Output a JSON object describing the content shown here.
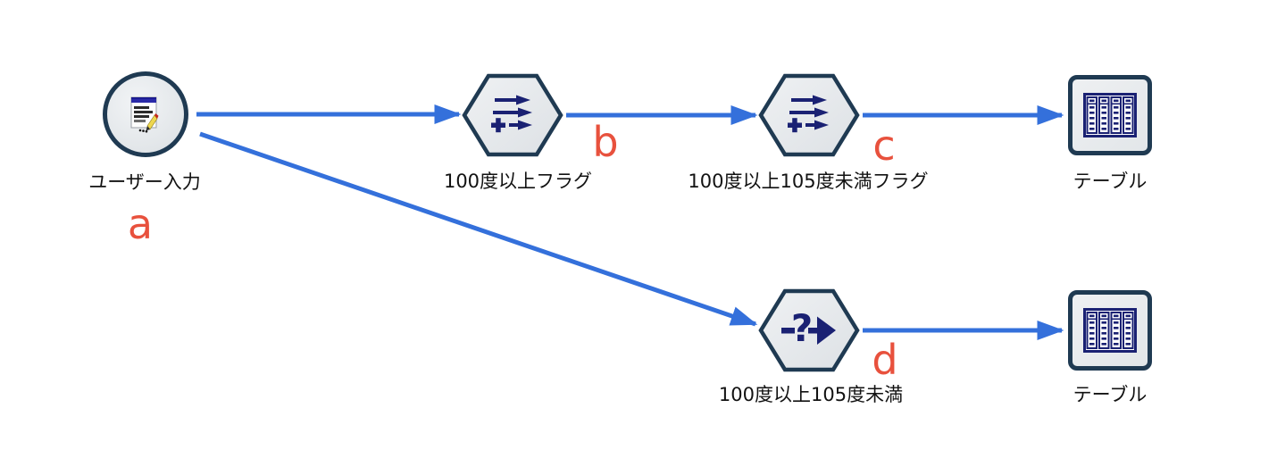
{
  "diagram": {
    "app_style": "modeler-stream-canvas",
    "colors": {
      "background": "#FFFFFF",
      "arrow": "#3470DB",
      "node_border": "#1F3A52",
      "node_fill": "#E4E7EA",
      "icon_navy": "#1A2173",
      "annotation_red": "#E8513D",
      "label_text": "#121212"
    },
    "nodes": [
      {
        "id": "user-input",
        "type": "user-input-source",
        "shape": "circle",
        "label": "ユーザー入力",
        "icon": "user-input-icon"
      },
      {
        "id": "derive-flag-100",
        "type": "derive",
        "shape": "hexagon",
        "label": "100度以上フラグ",
        "icon": "derive-icon"
      },
      {
        "id": "derive-flag-100-105",
        "type": "derive",
        "shape": "hexagon",
        "label": "100度以上105度未満フラグ",
        "icon": "derive-icon"
      },
      {
        "id": "table-top",
        "type": "table-output",
        "shape": "square",
        "label": "テーブル",
        "icon": "table-icon"
      },
      {
        "id": "select-100-105",
        "type": "select",
        "shape": "hexagon",
        "label": "100度以上105度未満",
        "icon": "select-icon"
      },
      {
        "id": "table-bottom",
        "type": "table-output",
        "shape": "square",
        "label": "テーブル",
        "icon": "table-icon"
      }
    ],
    "annotations": [
      {
        "letter": "a",
        "attached_to": "user-input"
      },
      {
        "letter": "b",
        "attached_to": "derive-flag-100"
      },
      {
        "letter": "c",
        "attached_to": "derive-flag-100-105"
      },
      {
        "letter": "d",
        "attached_to": "select-100-105"
      }
    ],
    "connections": [
      {
        "from": "user-input",
        "to": "derive-flag-100"
      },
      {
        "from": "derive-flag-100",
        "to": "derive-flag-100-105"
      },
      {
        "from": "derive-flag-100-105",
        "to": "table-top"
      },
      {
        "from": "user-input",
        "to": "select-100-105"
      },
      {
        "from": "select-100-105",
        "to": "table-bottom"
      }
    ]
  }
}
